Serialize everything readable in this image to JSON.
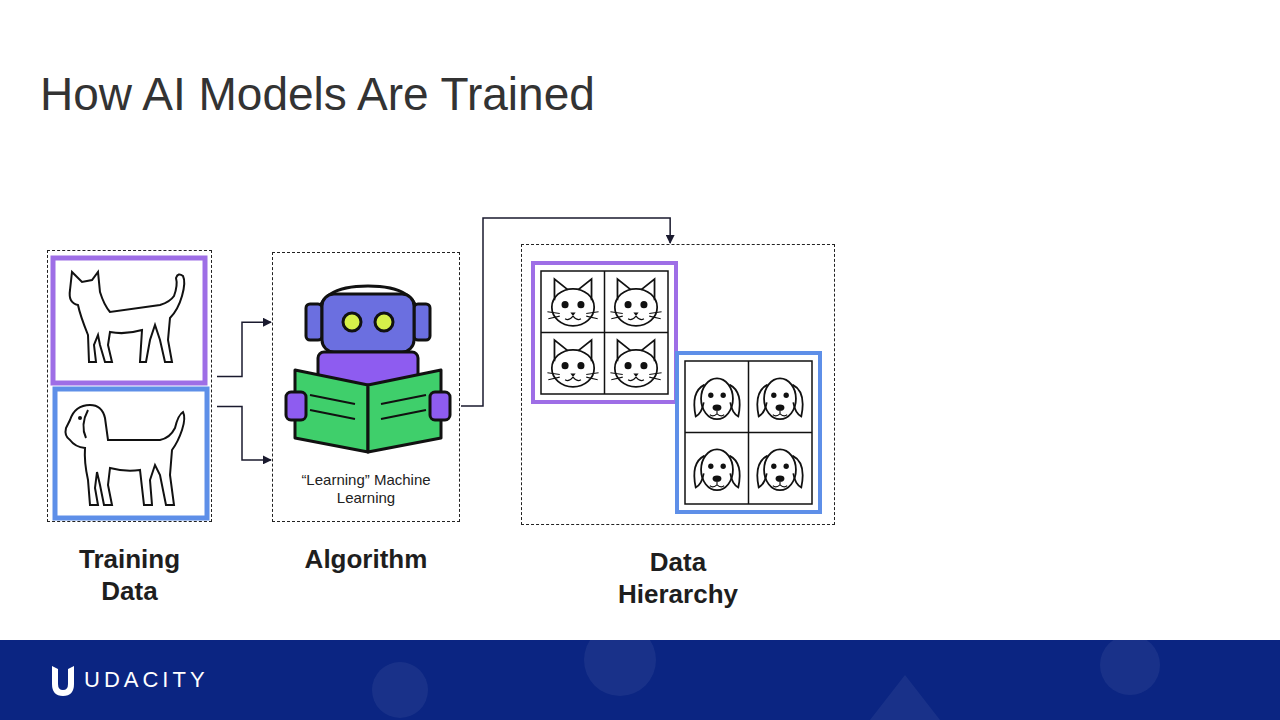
{
  "diagram": {
    "title": "How AI Models Are Trained",
    "nodes": [
      {
        "text": [
          "Training Data"
        ]
      },
      {
        "text": [
          "“Learning” Machine Learning",
          "Algorithm"
        ]
      },
      {
        "text": [
          "Data Hierarchy"
        ]
      }
    ],
    "edges": [
      {
        "from": 0,
        "to": 1,
        "arrow": "to"
      },
      {
        "from": 0,
        "to": 1,
        "arrow": "to"
      },
      {
        "from": 1,
        "to": 2,
        "arrow": "to"
      }
    ],
    "labels": [
      "UDACITY"
    ]
  }
}
